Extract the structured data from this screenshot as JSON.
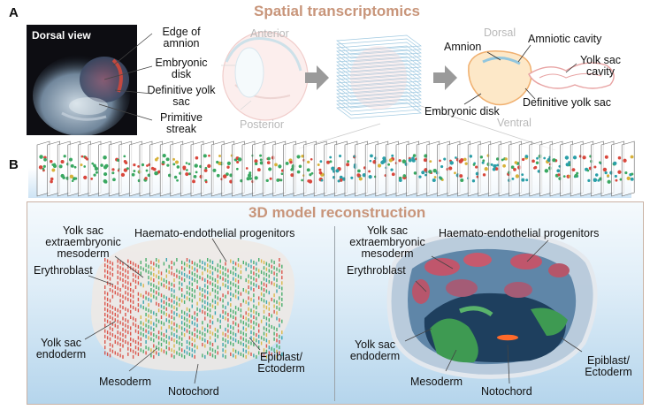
{
  "panel_a": {
    "letter": "A",
    "title": "Spatial transcriptomics",
    "photo_title": "Dorsal view",
    "photo_labels": [
      "Edge of amnion",
      "Embryonic disk",
      "Definitive yolk sac",
      "Primitive streak"
    ],
    "orientation": {
      "anterior": "Anterior",
      "posterior": "Posterior",
      "dorsal": "Dorsal",
      "ventral": "Ventral"
    },
    "section_labels": {
      "amnion": "Amnion",
      "amniotic_cavity": "Amniotic cavity",
      "yolk_sac_cavity": "Yolk sac cavity",
      "definitive_yolk_sac": "Definitive yolk sac",
      "embryonic_disk": "Embryonic disk"
    }
  },
  "panel_b": {
    "letter": "B",
    "title": "3D model reconstruction",
    "left_model": {
      "yolk_sac_mesoderm": "Yolk sac extraembryonic mesoderm",
      "haemato": "Haemato-endothelial progenitors",
      "erythroblast": "Erythroblast",
      "yolk_sac_endoderm": "Yolk sac endoderm",
      "mesoderm": "Mesoderm",
      "notochord": "Notochord",
      "epiblast": "Epiblast/ Ectoderm"
    },
    "right_model": {
      "yolk_sac_mesoderm": "Yolk sac extraembryonic mesoderm",
      "haemato": "Haemato-endothelial progenitors",
      "erythroblast": "Erythroblast",
      "yolk_sac_endoderm": "Yolk sac endoderm",
      "mesoderm": "Mesoderm",
      "notochord": "Notochord",
      "epiblast": "Epiblast/ Ectoderm"
    }
  },
  "colors": {
    "title_accent": "#c8957a",
    "red_cells": "#d9473c",
    "green_cells": "#3aa861",
    "teal_cells": "#2a9fa8",
    "yellow_cells": "#d8b23a",
    "box_border": "#c9b2a4"
  }
}
